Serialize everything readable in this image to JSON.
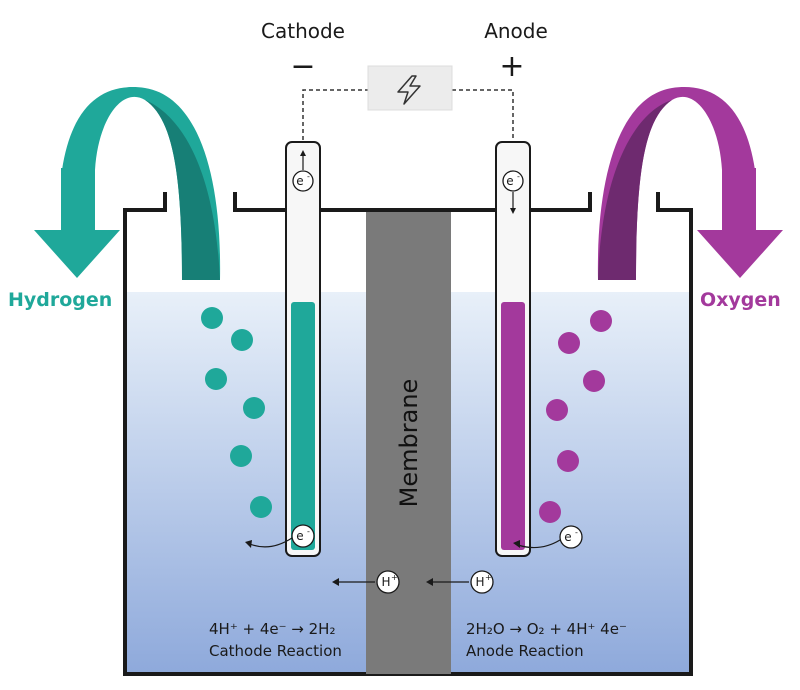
{
  "labels": {
    "cathode": "Cathode",
    "anode": "Anode",
    "cathode_sign": "−",
    "anode_sign": "+",
    "hydrogen": "Hydrogen",
    "oxygen": "Oxygen",
    "membrane": "Membrane",
    "electron": "e",
    "electron_sup": "-",
    "proton": "H",
    "proton_sup": "+"
  },
  "reactions": {
    "cathode_equation": "4H⁺ + 4e⁻ → 2H₂",
    "cathode_caption": "Cathode Reaction",
    "anode_equation": "2H₂O → O₂ + 4H⁺ 4e⁻",
    "anode_caption": "Anode Reaction"
  },
  "icons": {
    "power_source": "lightning-bolt-icon",
    "hydrogen_arrow": "curved-arrow-icon",
    "oxygen_arrow": "curved-arrow-icon"
  },
  "colors": {
    "hydrogen": "#1fa89a",
    "hydrogen_dark": "#177f76",
    "oxygen": "#a3399c",
    "oxygen_dark": "#6e2a6f",
    "membrane": "#7a7a7a",
    "water_top": "#e6eef8",
    "water_bottom": "#8ea9db"
  }
}
